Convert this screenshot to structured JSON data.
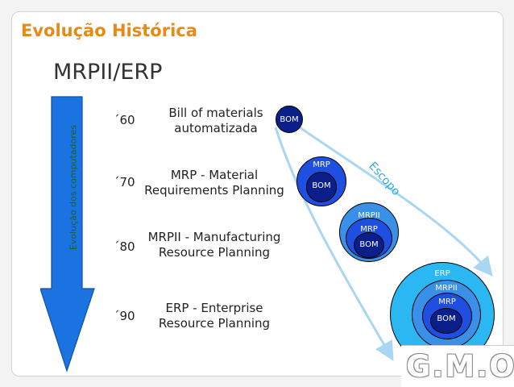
{
  "header": {
    "title": "Evolução Histórica",
    "subtitle": "MRPII/ERP"
  },
  "side_arrow": {
    "label": "Evolução dos computadores"
  },
  "timeline": [
    {
      "era": "´60",
      "line1": "Bill of materials",
      "line2": "automatizada"
    },
    {
      "era": "´70",
      "line1": "MRP - Material",
      "line2": "Requirements Planning"
    },
    {
      "era": "´80",
      "line1": "MRPII - Manufacturing",
      "line2": "Resource Planning"
    },
    {
      "era": "´90",
      "line1": "ERP - Enterprise",
      "line2": "Resource Planning"
    }
  ],
  "circles": {
    "bom": "BOM",
    "mrp": "MRP",
    "mrpii": "MRPII",
    "erp": "ERP"
  },
  "scope_arrow": {
    "label": "Escopo"
  },
  "logo": {
    "text": "G.M.O."
  },
  "colors": {
    "title": "#e78a16",
    "arrow": "#1a73e0",
    "navy": "#0b1f8a",
    "blue": "#1f4fe0",
    "mid_blue": "#3a8fe6",
    "cyan": "#2ab7f2",
    "scope": "#a9d6f2"
  }
}
